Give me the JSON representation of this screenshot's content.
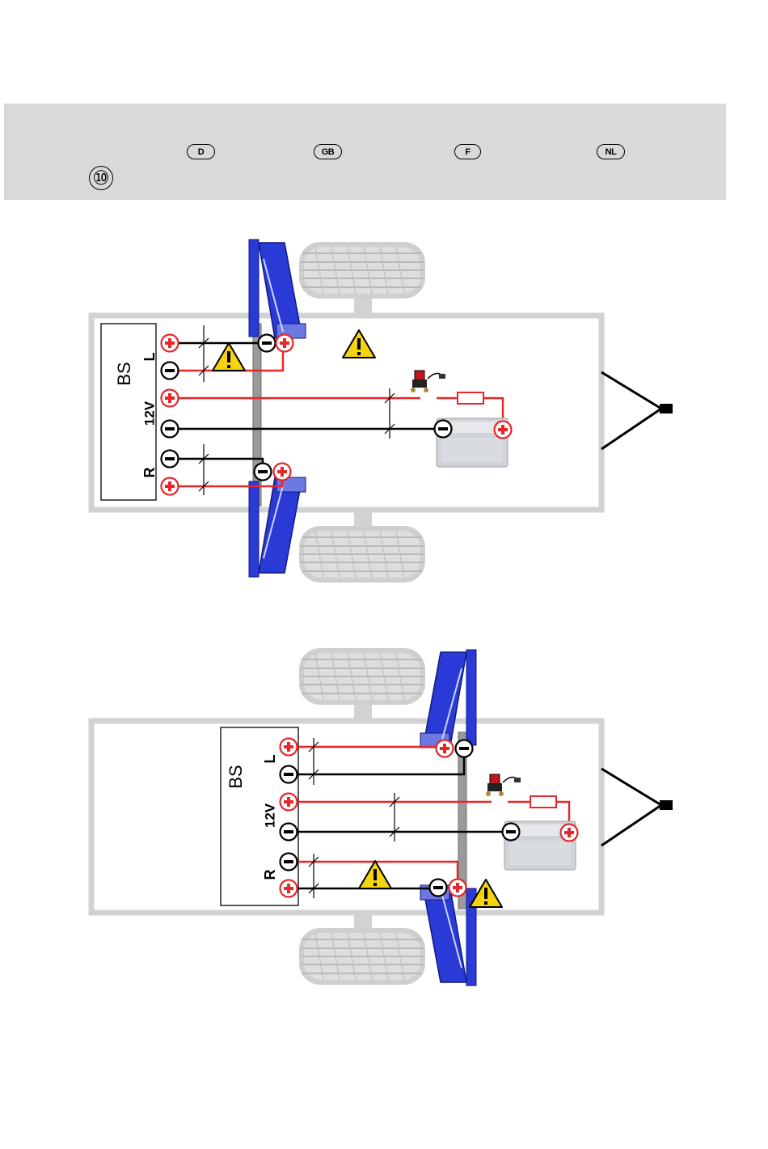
{
  "header": {
    "lang_badges": [
      "D",
      "GB",
      "F",
      "NL"
    ],
    "step_number": "⑩"
  },
  "diagram_top": {
    "box_label": "BS",
    "label_left": "L",
    "label_voltage": "12V",
    "label_right": "R"
  },
  "diagram_bottom": {
    "box_label": "BS",
    "label_left": "L",
    "label_voltage": "12V",
    "label_right": "R"
  },
  "colors": {
    "wire_positive": "#e8262a",
    "wire_negative": "#000000",
    "chassis": "#d2d2d2",
    "tyre": "#cfcfcf",
    "mover": "#2a3ad6",
    "warning": "#f5d30f",
    "header_band": "#d9d9d9"
  }
}
